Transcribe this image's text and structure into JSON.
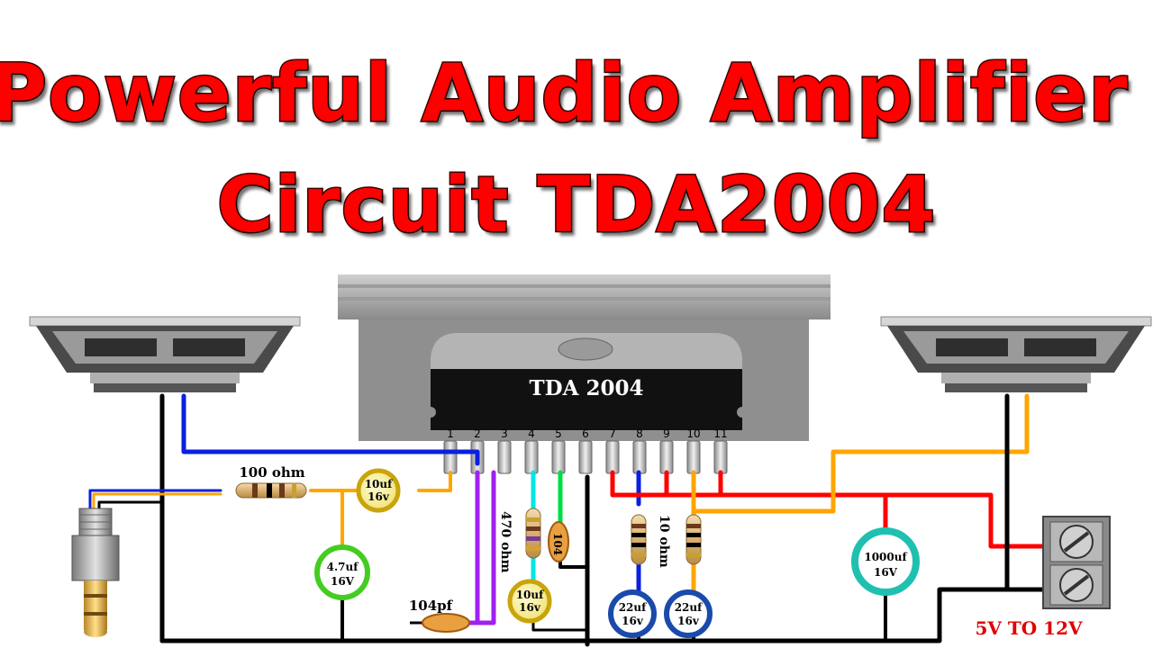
{
  "title": {
    "line1": "Powerful Audio Amplifier",
    "line2": "Circuit TDA2004"
  },
  "chip": {
    "label": "TDA 2004",
    "pins": [
      "1",
      "2",
      "3",
      "4",
      "5",
      "6",
      "7",
      "8",
      "9",
      "10",
      "11"
    ]
  },
  "components": {
    "r_input": "100 ohm",
    "c_input_line1": "10uf",
    "c_input_line2": "16v",
    "c_4u7_line1": "4.7uf",
    "c_4u7_line2": "16V",
    "r_470": "470 ohm",
    "c_104": "104",
    "c_10uf_b_line1": "10uf",
    "c_10uf_b_line2": "16v",
    "c_104pf": "104pf",
    "r_10": "10 ohm",
    "c_22uf_a_line1": "22uf",
    "c_22uf_a_line2": "16v",
    "c_22uf_b_line1": "22uf",
    "c_22uf_b_line2": "16v",
    "c_1000uf_line1": "1000uf",
    "c_1000uf_line2": "16V",
    "supply": "5V TO 12V"
  },
  "colors": {
    "title": "#ff0000",
    "wire_blue": "#0a1fe0",
    "wire_red": "#ff0000",
    "wire_orange": "#ffa500",
    "wire_purple": "#a020f0",
    "wire_cyan": "#00e5e5",
    "wire_green": "#00dd44",
    "wire_black": "#000000"
  }
}
